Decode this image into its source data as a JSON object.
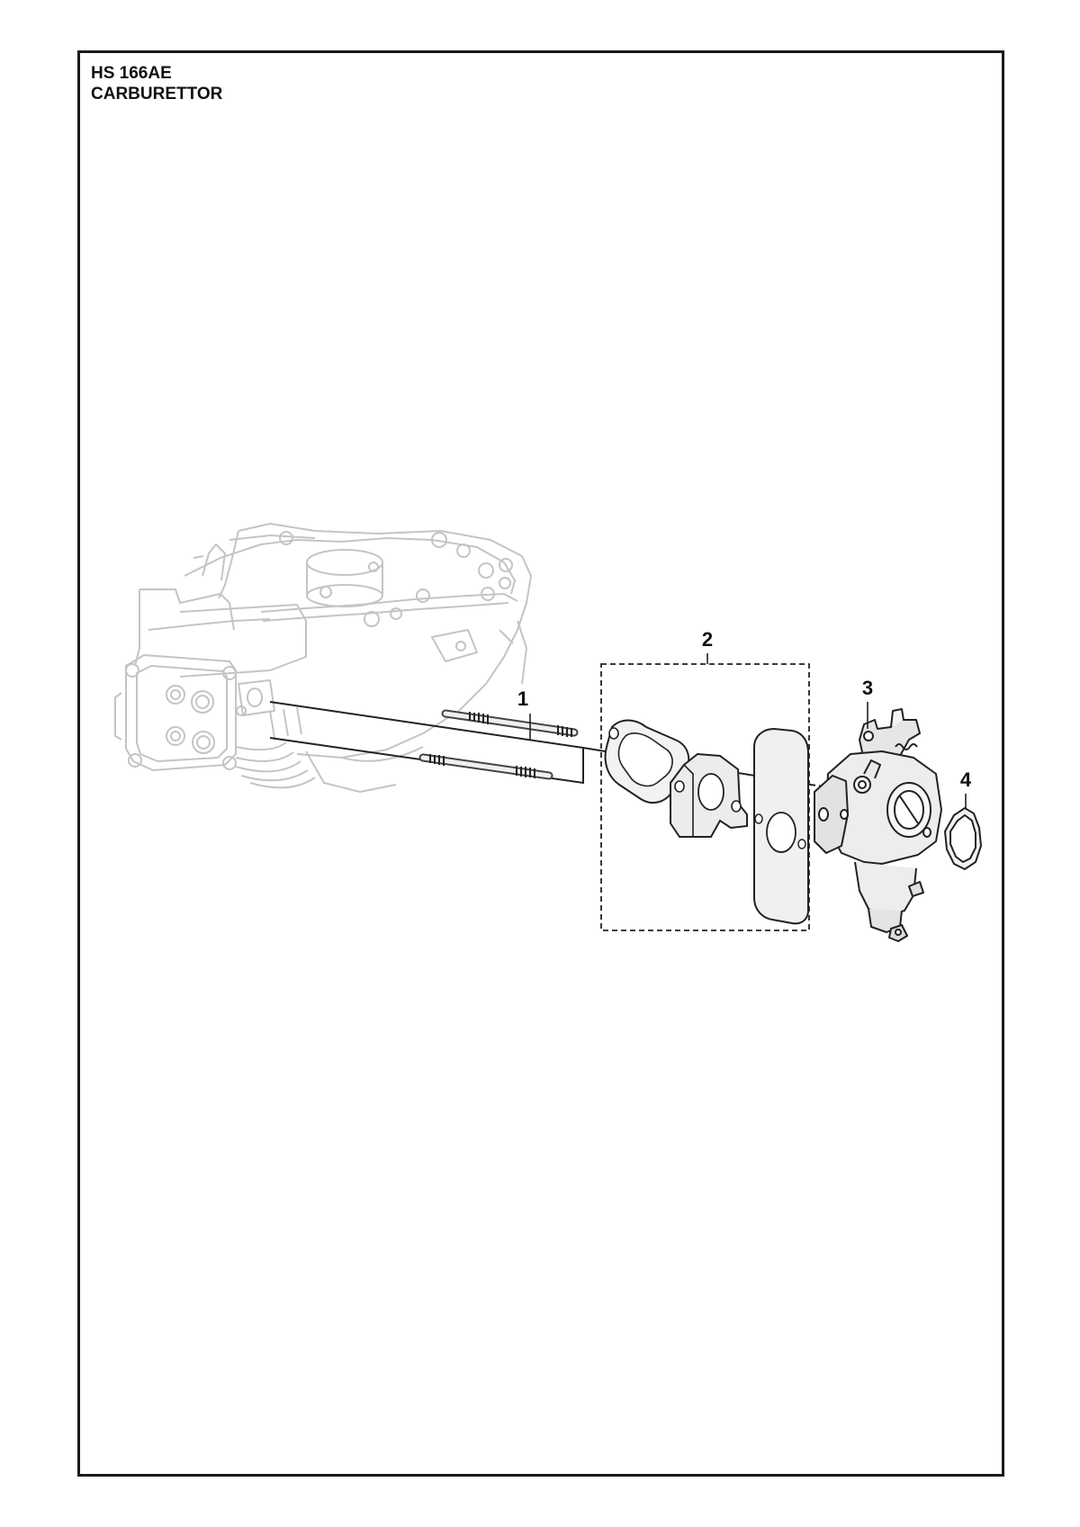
{
  "header": {
    "model": "HS 166AE",
    "section": "CARBURETTOR"
  },
  "callouts": [
    {
      "id": "1",
      "label": "1"
    },
    {
      "id": "2",
      "label": "2"
    },
    {
      "id": "3",
      "label": "3"
    },
    {
      "id": "4",
      "label": "4"
    }
  ],
  "colors": {
    "frame": "#1a1a1a",
    "ghost_engine": "#c8c8c8",
    "part_line": "#2a2a2a",
    "part_fill": "#f2f2f2"
  }
}
